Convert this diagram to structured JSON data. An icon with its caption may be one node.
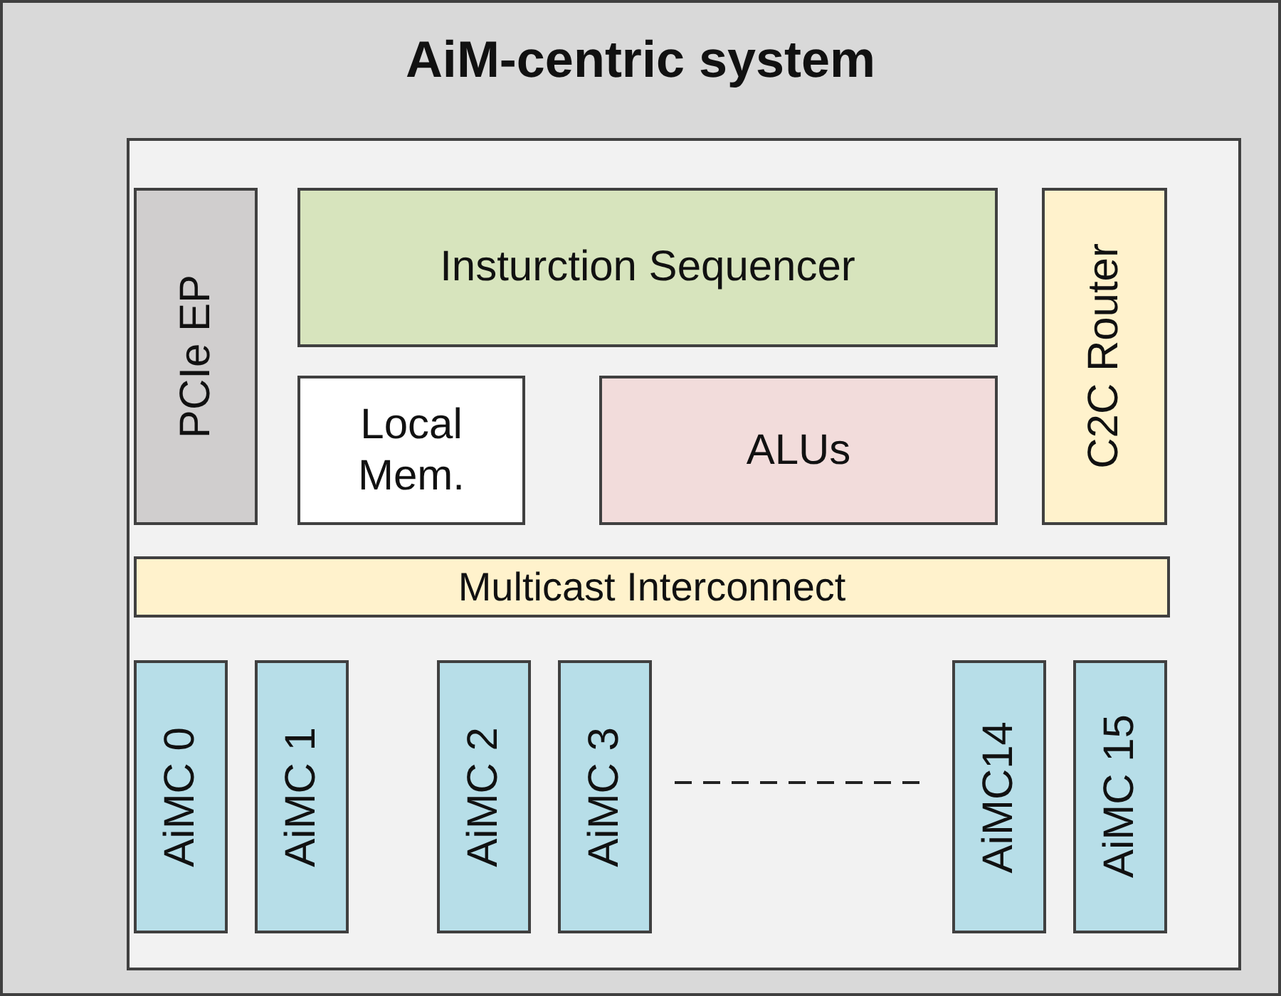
{
  "diagram": {
    "title": "AiM-centric system",
    "nodes": [
      {
        "text": [],
        "shape": "box"
      },
      {
        "text": [],
        "shape": "box",
        "in": 0
      },
      {
        "text": [
          "PCIe EP"
        ],
        "in": 1
      },
      {
        "text": [
          "Insturction Sequencer"
        ],
        "in": 1
      },
      {
        "text": [
          "C2C Router"
        ],
        "in": 1
      },
      {
        "text": [
          "Local Mem."
        ],
        "in": 1
      },
      {
        "text": [
          "ALUs"
        ],
        "in": 1
      },
      {
        "text": [
          "Multicast Interconnect"
        ],
        "in": 1
      },
      {
        "text": [
          "AiMC 0"
        ],
        "in": 1
      },
      {
        "text": [
          "AiMC 1"
        ],
        "in": 1
      },
      {
        "text": [
          "AiMC 2"
        ],
        "in": 1
      },
      {
        "text": [
          "AiMC 3"
        ],
        "in": 1
      },
      {
        "text": [
          "AiMC14"
        ],
        "in": 1
      },
      {
        "text": [
          "AiMC 15"
        ],
        "in": 1
      }
    ]
  }
}
